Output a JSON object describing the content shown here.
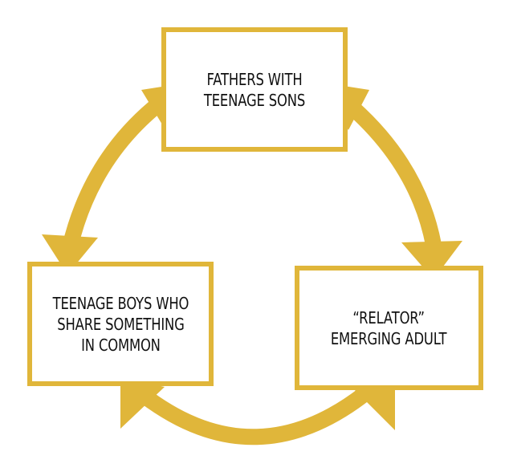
{
  "colors": {
    "accent": "#e0b63a",
    "text": "#111111",
    "background": "#ffffff"
  },
  "nodes": {
    "top": {
      "lines": [
        "FATHERS WITH",
        "TEENAGE SONS"
      ]
    },
    "left": {
      "lines": [
        "TEENAGE BOYS WHO",
        "SHARE SOMETHING",
        "IN COMMON"
      ]
    },
    "right": {
      "lines": [
        "“RELATOR”",
        "EMERGING ADULT"
      ]
    }
  }
}
